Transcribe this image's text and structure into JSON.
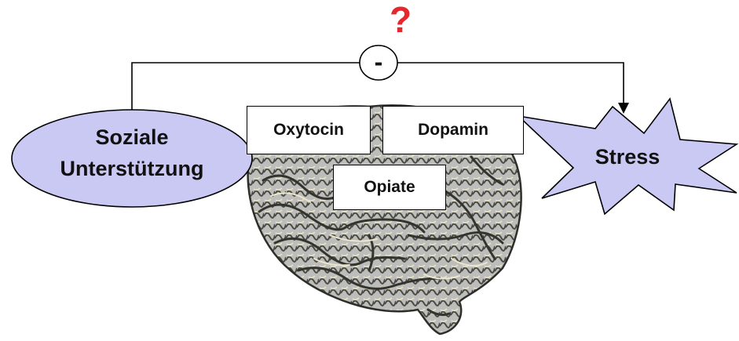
{
  "question_mark": "?",
  "inhibition_sign": "-",
  "nodes": {
    "support": {
      "line1": "Soziale",
      "line2": "Unterstützung"
    },
    "stress": "Stress",
    "oxytocin": "Oxytocin",
    "dopamin": "Dopamin",
    "opiate": "Opiate"
  },
  "colors": {
    "node_fill": "#c9c9f3",
    "question": "#e8262e",
    "brain_fill": "#b8b8b6",
    "brain_dark": "#3a3a36",
    "brain_light": "#e6e0c4"
  }
}
